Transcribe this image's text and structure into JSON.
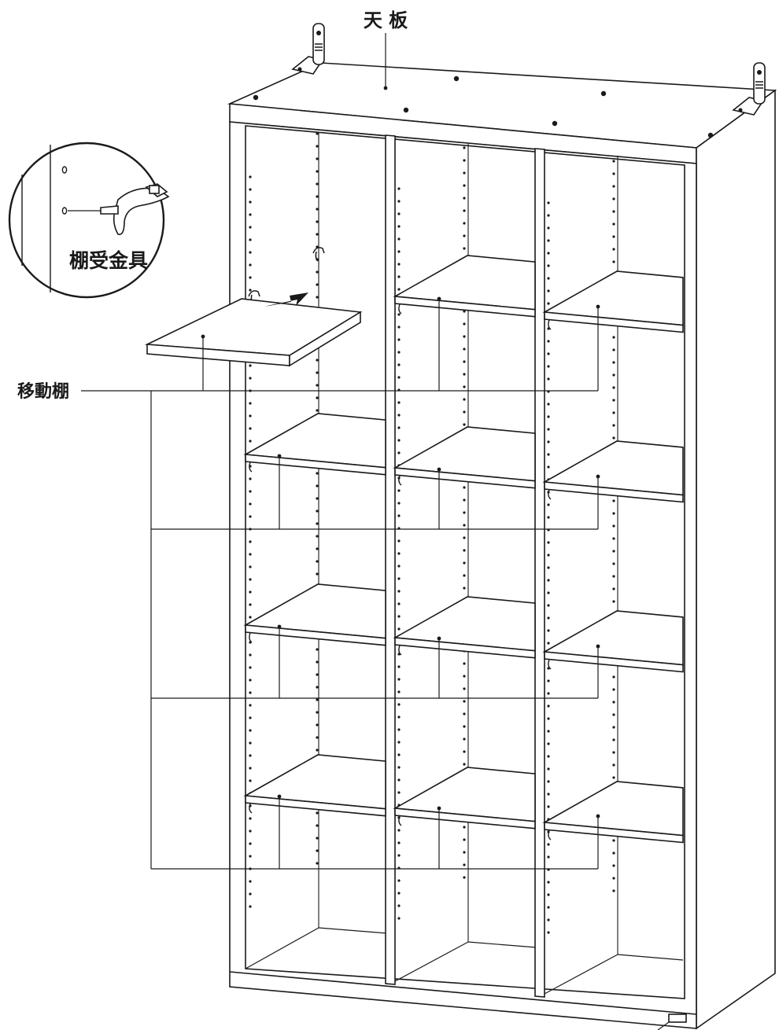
{
  "labels": {
    "top_panel": "天 板",
    "movable_shelf": "移動棚",
    "shelf_bracket": "棚受金具"
  }
}
